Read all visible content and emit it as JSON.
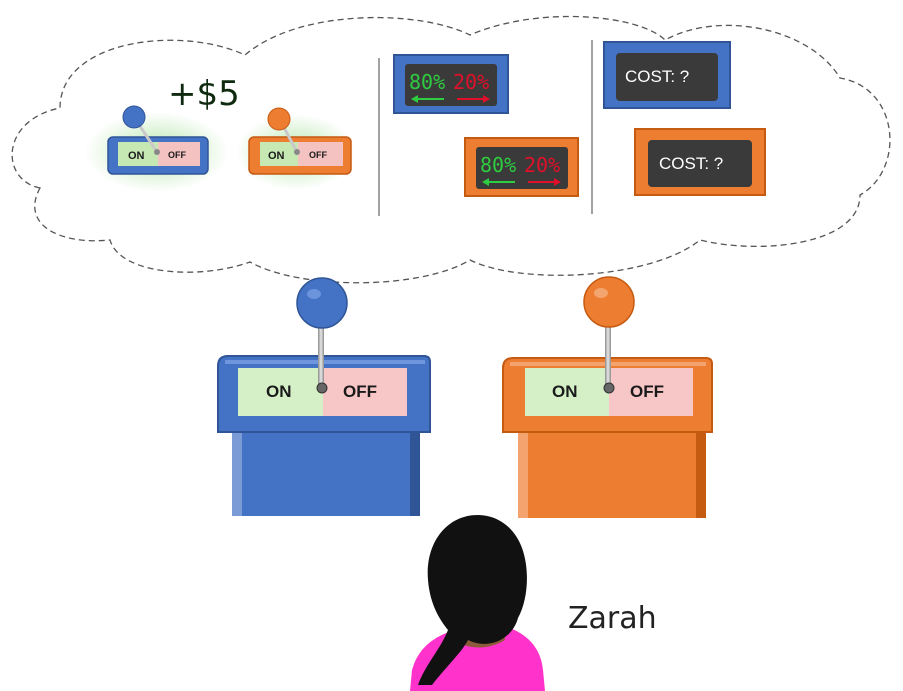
{
  "thought_bubble": {
    "reward_label": "+$5",
    "left_mini_switches": [
      {
        "on_label": "ON",
        "off_label": "OFF",
        "color": "#4472c4",
        "state": "on"
      },
      {
        "on_label": "ON",
        "off_label": "OFF",
        "color": "#ed7d31",
        "state": "on"
      }
    ],
    "probability_panels": [
      {
        "color": "#4472c4",
        "left_percent": "80%",
        "right_percent": "20%"
      },
      {
        "color": "#ed7d31",
        "left_percent": "80%",
        "right_percent": "20%"
      }
    ],
    "cost_panels": [
      {
        "color": "#4472c4",
        "label": "COST: ?"
      },
      {
        "color": "#ed7d31",
        "label": "COST: ?"
      }
    ]
  },
  "stations": [
    {
      "color": "#4472c4",
      "on_label": "ON",
      "off_label": "OFF",
      "lever": "center"
    },
    {
      "color": "#ed7d31",
      "on_label": "ON",
      "off_label": "OFF",
      "lever": "center"
    }
  ],
  "person": {
    "name": "Zarah"
  },
  "colors": {
    "on_green": "#d5f0c6",
    "off_red": "#f7c6c6",
    "display_bg": "#3a3a3a",
    "green_text": "#2ecc40",
    "red_text": "#e0102a",
    "skin": "#8d5a3b",
    "shirt": "#ff33cc"
  }
}
